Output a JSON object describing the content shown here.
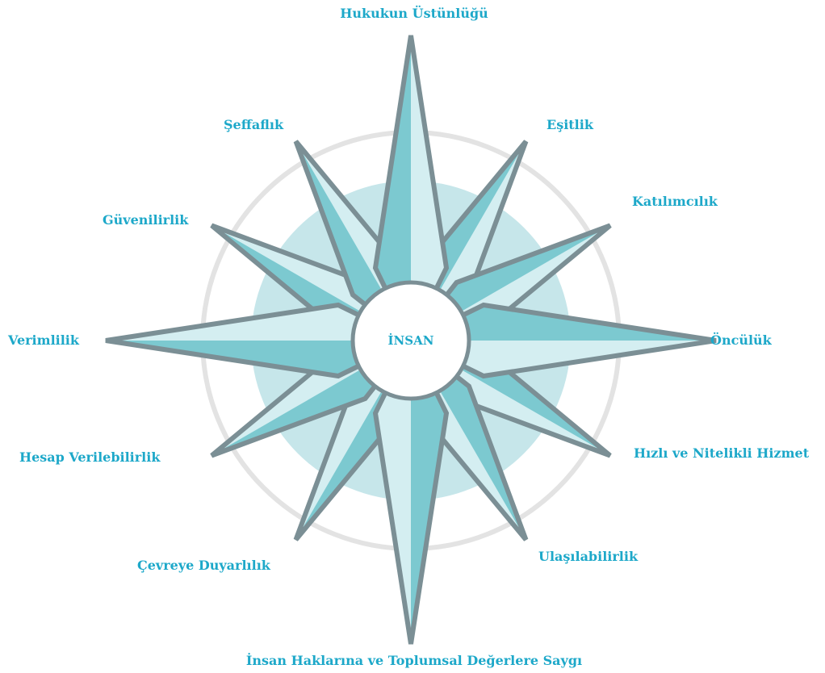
{
  "center": {
    "label": "İNSAN"
  },
  "values": {
    "top": "Hukukun Üstünlüğü",
    "right_1": "Eşitlik",
    "right_2": "Katılımcılık",
    "right": "Öncülük",
    "right_4": "Hızlı ve Nitelikli Hizmet",
    "right_5": "Ulaşılabilirlik",
    "bottom": "İnsan Haklarına ve Toplumsal Değerlere Saygı",
    "left_5": "Çevreye Duyarlılık",
    "left_4": "Hesap Verilebilirlik",
    "left": "Verimlilik",
    "left_2": "Güvenilirlik",
    "left_1": "Şeffaflık"
  },
  "colors": {
    "label": "#1da8c9",
    "outline": "#7b8f95",
    "fill_light": "#d4eef1",
    "fill_dark": "#7cc9d0",
    "disc": "#c6e6ea",
    "ring": "#e3e3e3"
  }
}
